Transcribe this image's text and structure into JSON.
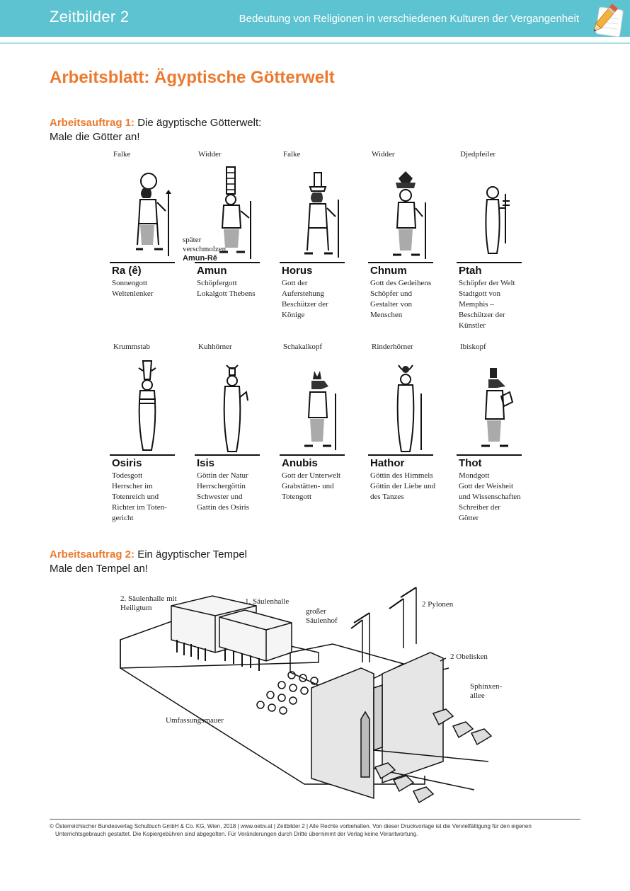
{
  "header": {
    "brand": "Zeitbilder 2",
    "chapter": "Bedeutung von Religionen in verschiedenen Kulturen der Vergangenheit",
    "icon": "pencil-icon",
    "band_color": "#5ec3d0"
  },
  "title": "Arbeitsblatt: Ägyptische Götterwelt",
  "accent_color": "#ec7a2e",
  "task1": {
    "label": "Arbeitsauftrag 1:",
    "text": "Die ägyptische Götterwelt:",
    "line2": "Male die Götter an!"
  },
  "gods_row1": [
    {
      "animal": "Falke",
      "name": "Ra (ê)",
      "desc": [
        "Sonnengott",
        "Weltenlenker"
      ]
    },
    {
      "animal": "Widder",
      "name": "Amun",
      "desc": [
        "Schöpfergott",
        "Lokalgott Thebens"
      ]
    },
    {
      "animal": "Falke",
      "name": "Horus",
      "desc": [
        "Gott der",
        "Auferstehung",
        "Beschützer der",
        "Könige"
      ]
    },
    {
      "animal": "Widder",
      "name": "Chnum",
      "desc": [
        "Gott des Gedeihens",
        "Schöpfer und",
        "Gestalter von",
        "Menschen"
      ]
    },
    {
      "animal": "Djedpfeiler",
      "name": "Ptah",
      "desc": [
        "Schöpfer der Welt",
        "Stadtgott von",
        "Memphis –",
        "Beschützer der",
        "Künstler"
      ]
    }
  ],
  "merge_note": {
    "line1": "später",
    "line2": "verschmolzen",
    "line3": "Amun-Rê"
  },
  "gods_row2": [
    {
      "animal": "Krummstab",
      "name": "Osiris",
      "desc": [
        "Todesgott",
        "Herrscher im",
        "Totenreich und",
        "Richter im Toten-",
        "gericht"
      ]
    },
    {
      "animal": "Kuhhörner",
      "name": "Isis",
      "desc": [
        "Göttin der Natur",
        "Herrschergöttin",
        "Schwester und",
        "Gattin des Osiris"
      ]
    },
    {
      "animal": "Schakalkopf",
      "name": "Anubis",
      "desc": [
        "Gott der Unterwelt",
        "Grabstätten- und",
        "Totengott"
      ]
    },
    {
      "animal": "Rinderhörner",
      "name": "Hathor",
      "desc": [
        "Göttin des Himmels",
        "Göttin der Liebe und",
        "des Tanzes"
      ]
    },
    {
      "animal": "Ibiskopf",
      "name": "Thot",
      "desc": [
        "Mondgott",
        "Gott der Weisheit",
        "und Wissenschaften",
        "Schreiber der",
        "Götter"
      ]
    }
  ],
  "task2": {
    "label": "Arbeitsauftrag 2:",
    "text": "Ein ägyptischer Tempel",
    "line2": "Male den Tempel an!"
  },
  "temple_labels": {
    "hall2_l1": "2. Säulenhalle mit",
    "hall2_l2": "Heiligtum",
    "hall1": "1. Säulenhalle",
    "court_l1": "großer",
    "court_l2": "Säulenhof",
    "pylons": "2 Pylonen",
    "obelisks": "2 Obelisken",
    "sphinx_l1": "Sphinxen-",
    "sphinx_l2": "allee",
    "wall": "Umfassungsmauer"
  },
  "footer": {
    "line1": "© Österreichischer Bundesverlag Schulbuch GmbH & Co. KG, Wien, 2018 | www.oebv.at | Zeitbilder 2 | Alle Rechte vorbehalten. Von dieser Druckvorlage ist die Vervielfältigung für den eigenen",
    "line2": "Unterrichtsgebrauch gestattet. Die Kopiergebühren sind abgegolten. Für Veränderungen durch Dritte übernimmt der Verlag keine Verantwortung."
  }
}
